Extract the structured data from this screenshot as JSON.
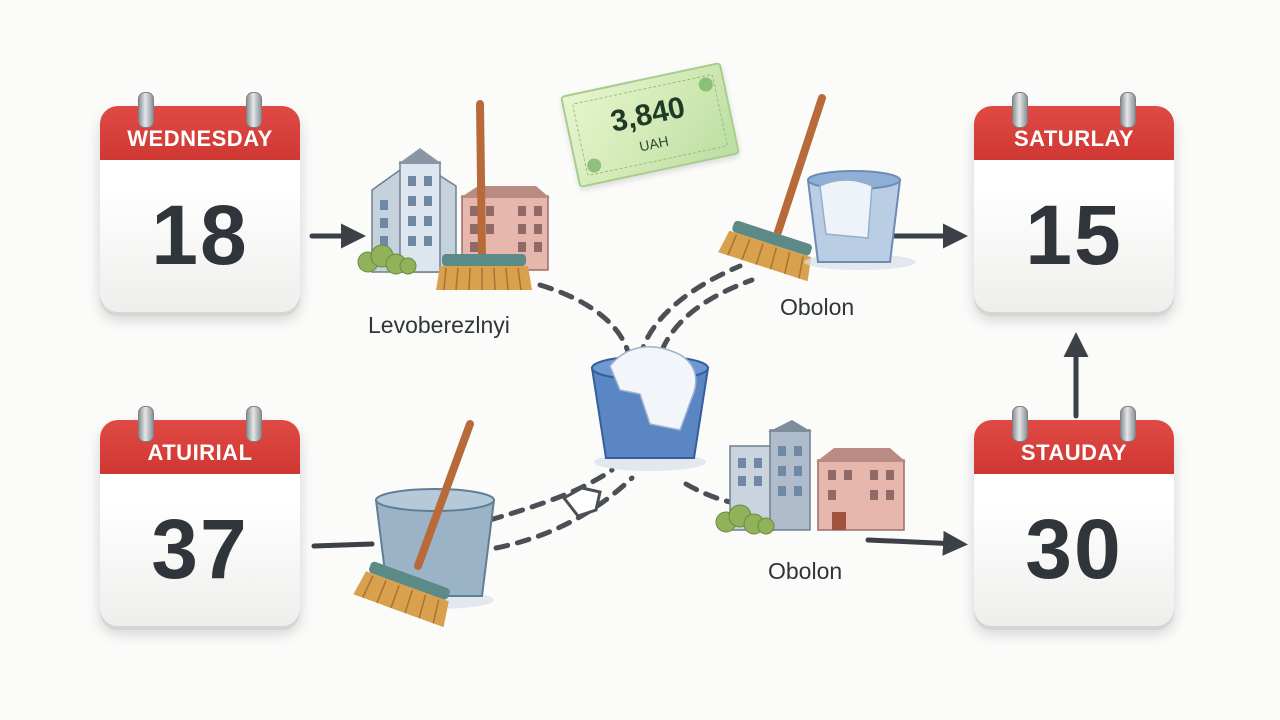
{
  "calendars": [
    {
      "day": "WEDNESDAY",
      "number": "18"
    },
    {
      "day": "SATURLAY",
      "number": "15"
    },
    {
      "day": "ATUIRIAL",
      "number": "37"
    },
    {
      "day": "STAUDAY",
      "number": "30"
    }
  ],
  "locations": [
    {
      "label": "Levoberezlnyi"
    },
    {
      "label": "Obolon"
    },
    {
      "label": "Obolon"
    }
  ],
  "payment": {
    "amount": "3,840",
    "currency": "UAH"
  },
  "icons": [
    "calendar-icon",
    "apartment-buildings-icon",
    "broom-icon",
    "bucket-icon",
    "mop-bucket-icon",
    "banknote-icon",
    "arrow-icon"
  ],
  "colors": {
    "calendar_header": "#d63d38",
    "ink": "#2f353b",
    "bucket": "#5a86c4",
    "broom_bristles": "#c98d3a",
    "banknote": "#cfe8b2"
  }
}
